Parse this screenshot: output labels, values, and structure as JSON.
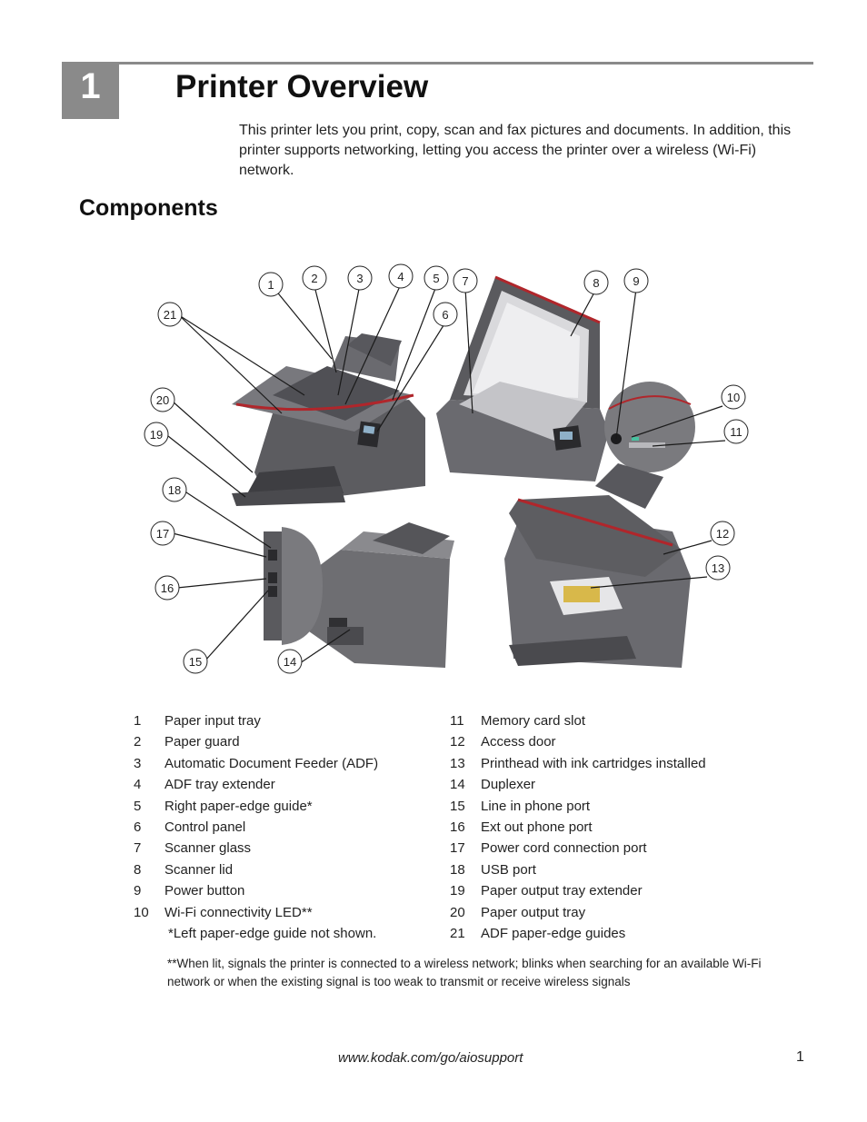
{
  "chapter": {
    "number": "1",
    "title": "Printer Overview",
    "intro": "This printer lets you print, copy, scan and fax pictures and documents. In addition, this printer supports networking, letting you access the printer over a wireless (Wi-Fi) network."
  },
  "section": {
    "title": "Components"
  },
  "figure": {
    "callouts": [
      "1",
      "2",
      "3",
      "4",
      "5",
      "6",
      "7",
      "8",
      "9",
      "10",
      "11",
      "12",
      "13",
      "14",
      "15",
      "16",
      "17",
      "18",
      "19",
      "20",
      "21"
    ]
  },
  "parts_left": [
    {
      "num": "1",
      "label": "Paper input tray"
    },
    {
      "num": "2",
      "label": "Paper guard"
    },
    {
      "num": "3",
      "label": "Automatic Document Feeder (ADF)"
    },
    {
      "num": "4",
      "label": "ADF tray extender"
    },
    {
      "num": "5",
      "label": "Right paper-edge guide*"
    },
    {
      "num": "6",
      "label": "Control panel"
    },
    {
      "num": "7",
      "label": "Scanner glass"
    },
    {
      "num": "8",
      "label": "Scanner lid"
    },
    {
      "num": "9",
      "label": "Power button"
    },
    {
      "num": "10",
      "label": "Wi-Fi connectivity LED**"
    }
  ],
  "parts_right": [
    {
      "num": "11",
      "label": "Memory card slot"
    },
    {
      "num": "12",
      "label": "Access door"
    },
    {
      "num": "13",
      "label": "Printhead with ink cartridges installed"
    },
    {
      "num": "14",
      "label": "Duplexer"
    },
    {
      "num": "15",
      "label": "Line in phone port"
    },
    {
      "num": "16",
      "label": "Ext out phone port"
    },
    {
      "num": "17",
      "label": "Power cord connection port"
    },
    {
      "num": "18",
      "label": "USB port"
    },
    {
      "num": "19",
      "label": "Paper output tray extender"
    },
    {
      "num": "20",
      "label": "Paper output tray"
    },
    {
      "num": "21",
      "label": "ADF paper-edge guides"
    }
  ],
  "footnotes": {
    "single": "*Left paper-edge guide not shown.",
    "double": "**When lit, signals the printer is connected to a wireless network; blinks when searching for an available Wi-Fi network or when the existing signal is too weak to transmit or receive wireless signals"
  },
  "footer": {
    "url": "www.kodak.com/go/aiosupport",
    "page": "1"
  },
  "colors": {
    "chapter_gray": "#8a8a8a",
    "printer_body": "#6b6b6f",
    "accent_red": "#b0262b"
  }
}
